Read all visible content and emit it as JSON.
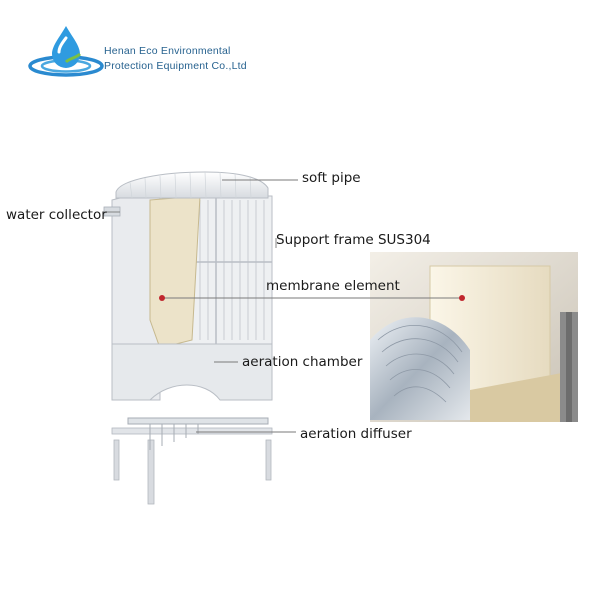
{
  "company": {
    "name_line1": "Henan Eco Environmental",
    "name_line2": "Protection Equipment Co.,Ltd",
    "brand_color": "#2a8ad0"
  },
  "labels": {
    "soft_pipe": "soft pipe",
    "water_collector": "water collector",
    "support_frame": "Support frame SUS304",
    "membrane_element": "membrane element",
    "aeration_chamber": "aeration chamber",
    "aeration_diffuser": "aeration diffuser"
  },
  "colors": {
    "pointer_line": "#7a7a7a",
    "marker_dot": "#c0262d",
    "frame": "#dcdee2",
    "membrane": "#ece3c9"
  },
  "icons": [
    "water-drop-logo-icon"
  ]
}
